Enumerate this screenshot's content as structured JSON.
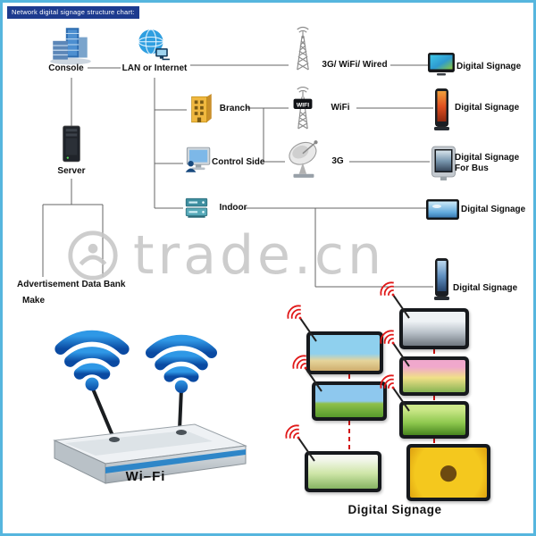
{
  "title": "Network digital signage structure chart:",
  "watermark_text": "trade.cn",
  "nodes": {
    "console": "Console",
    "lan": "LAN or Internet",
    "server": "Server",
    "advertisement": "Advertisement",
    "make": "Make",
    "data_bank": "Data Bank",
    "branch": "Branch",
    "control_side": "Control Side",
    "indoor": "Indoor"
  },
  "links": {
    "wired": "3G/ WiFi/ Wired",
    "wifi": "WiFi",
    "g3": "3G",
    "wifi_tower_text": "WIFI"
  },
  "endpoints": {
    "tv": "Digital Signage",
    "kiosk": "Digital Signage",
    "bus_line1": "Digital Signage",
    "bus_line2": "For Bus",
    "wide": "Digital Signage",
    "kiosk2": "Digital Signage"
  },
  "bottom": {
    "wifi": "Wi–Fi",
    "signage": "Digital Signage"
  }
}
